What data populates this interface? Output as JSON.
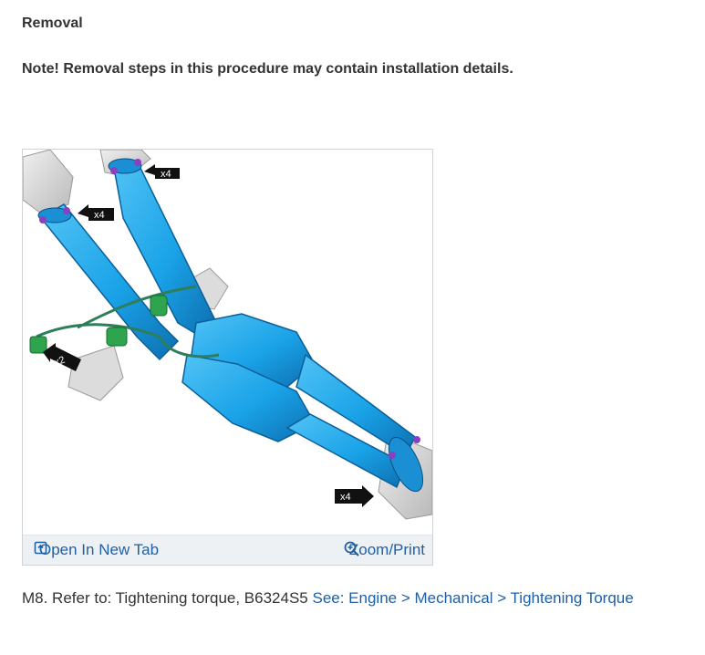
{
  "section": {
    "title": "Removal"
  },
  "note": {
    "text": "Note! Removal steps in this procedure may contain installation details."
  },
  "figure": {
    "callouts": [
      "x4",
      "x4",
      "x2",
      "x4"
    ],
    "open_tab_label": "Open In New Tab",
    "zoom_label": "Zoom/Print",
    "colors": {
      "pipe": "#1aa3e8",
      "pipe_dark": "#0d6fb0",
      "bracket": "#2ea44f",
      "callout": "#111111",
      "bar": "#eef1f4",
      "link": "#1f5fa6"
    }
  },
  "caption": {
    "text": "M8. Refer to: Tightening torque, B6324S5 ",
    "link": "See: Engine > Mechanical > Tightening Torque"
  }
}
